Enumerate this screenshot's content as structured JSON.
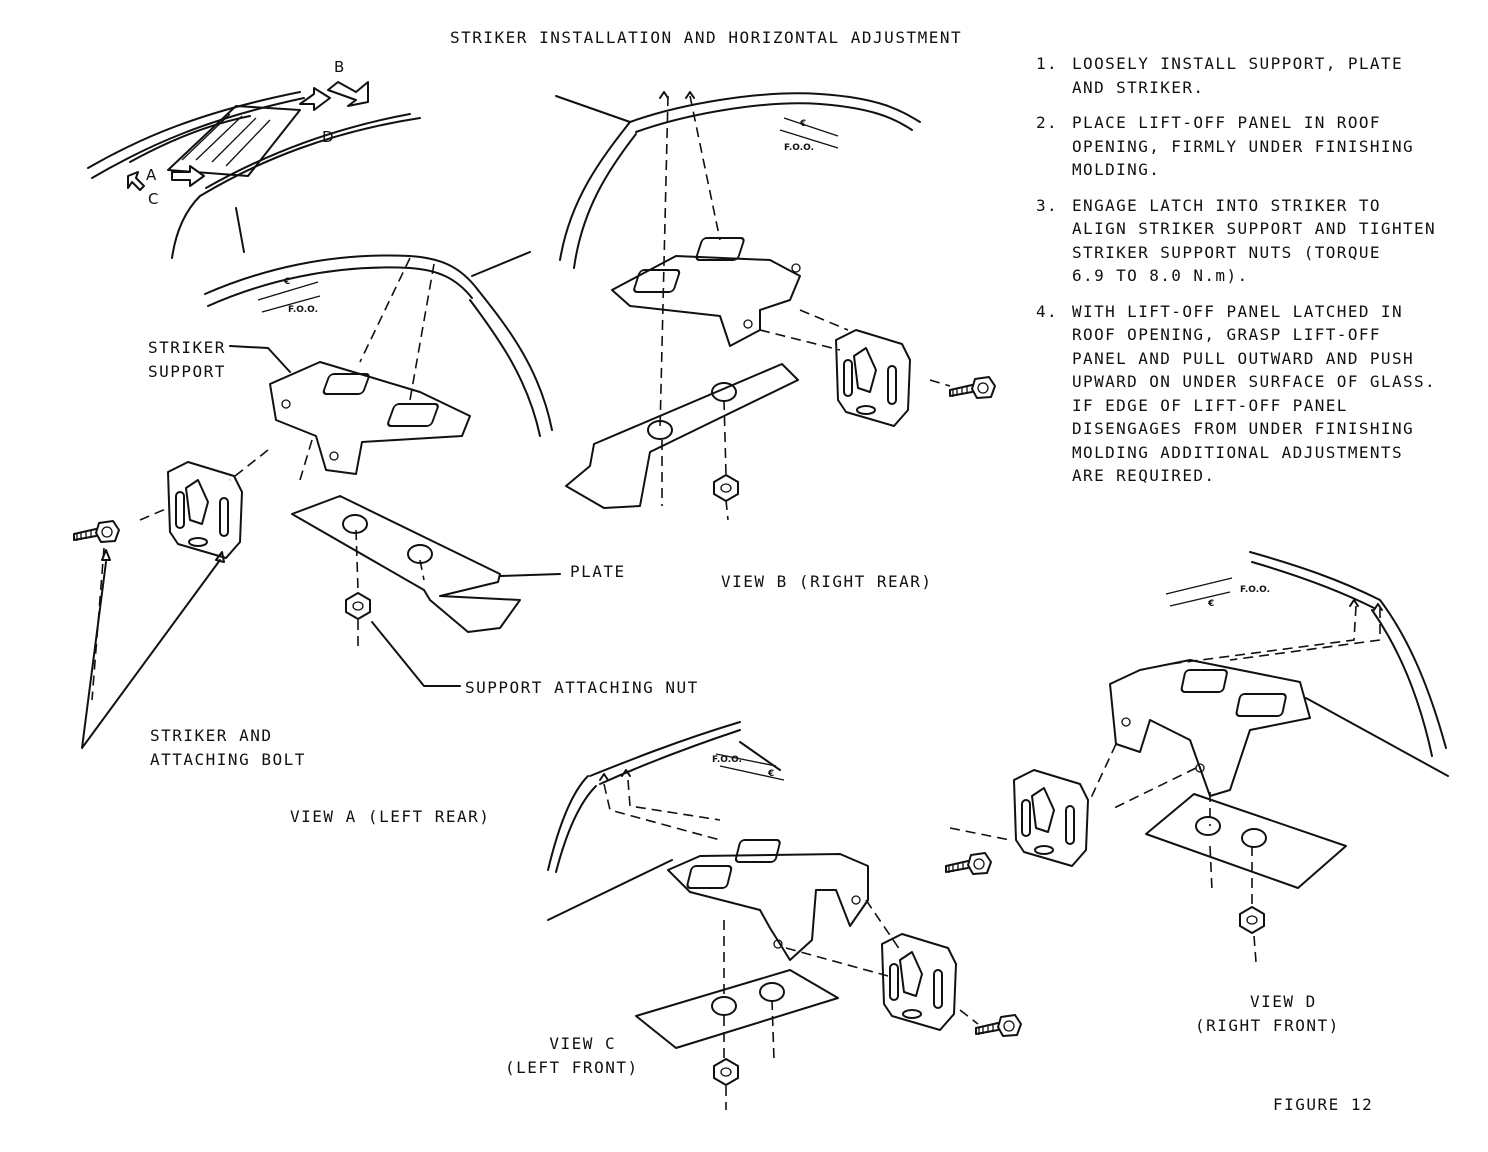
{
  "title": "STRIKER INSTALLATION AND HORIZONTAL ADJUSTMENT",
  "steps": [
    {
      "num": "1.",
      "lines": [
        "LOOSELY INSTALL SUPPORT, PLATE",
        "AND STRIKER."
      ]
    },
    {
      "num": "2.",
      "lines": [
        "PLACE LIFT-OFF PANEL IN ROOF",
        "OPENING, FIRMLY UNDER FINISHING",
        "MOLDING."
      ]
    },
    {
      "num": "3.",
      "lines": [
        "ENGAGE LATCH INTO STRIKER TO",
        "ALIGN STRIKER SUPPORT AND TIGHTEN",
        "STRIKER SUPPORT NUTS (TORQUE",
        "6.9 TO 8.0 N.m)."
      ]
    },
    {
      "num": "4.",
      "lines": [
        "WITH LIFT-OFF PANEL LATCHED IN",
        "ROOF OPENING, GRASP LIFT-OFF",
        "PANEL AND PULL OUTWARD AND PUSH",
        "UPWARD ON UNDER SURFACE OF GLASS.",
        "IF EDGE OF LIFT-OFF PANEL",
        "DISENGAGES FROM UNDER FINISHING",
        "MOLDING ADDITIONAL ADJUSTMENTS",
        "ARE REQUIRED."
      ]
    }
  ],
  "callouts": {
    "striker_support": [
      "STRIKER",
      "SUPPORT"
    ],
    "plate": "PLATE",
    "support_nut": "SUPPORT ATTACHING NUT",
    "striker_bolt": [
      "STRIKER AND",
      "ATTACHING BOLT"
    ]
  },
  "views": {
    "a": "VIEW A (LEFT REAR)",
    "b": "VIEW B (RIGHT REAR)",
    "c": [
      "VIEW C",
      "(LEFT FRONT)"
    ],
    "d": [
      "VIEW D",
      "(RIGHT FRONT)"
    ]
  },
  "car_letters": {
    "a": "A",
    "b": "B",
    "c": "C",
    "d": "D"
  },
  "small_marks": {
    "cl": "€",
    "foo": "F.O.O."
  },
  "figure": "FIGURE 12"
}
